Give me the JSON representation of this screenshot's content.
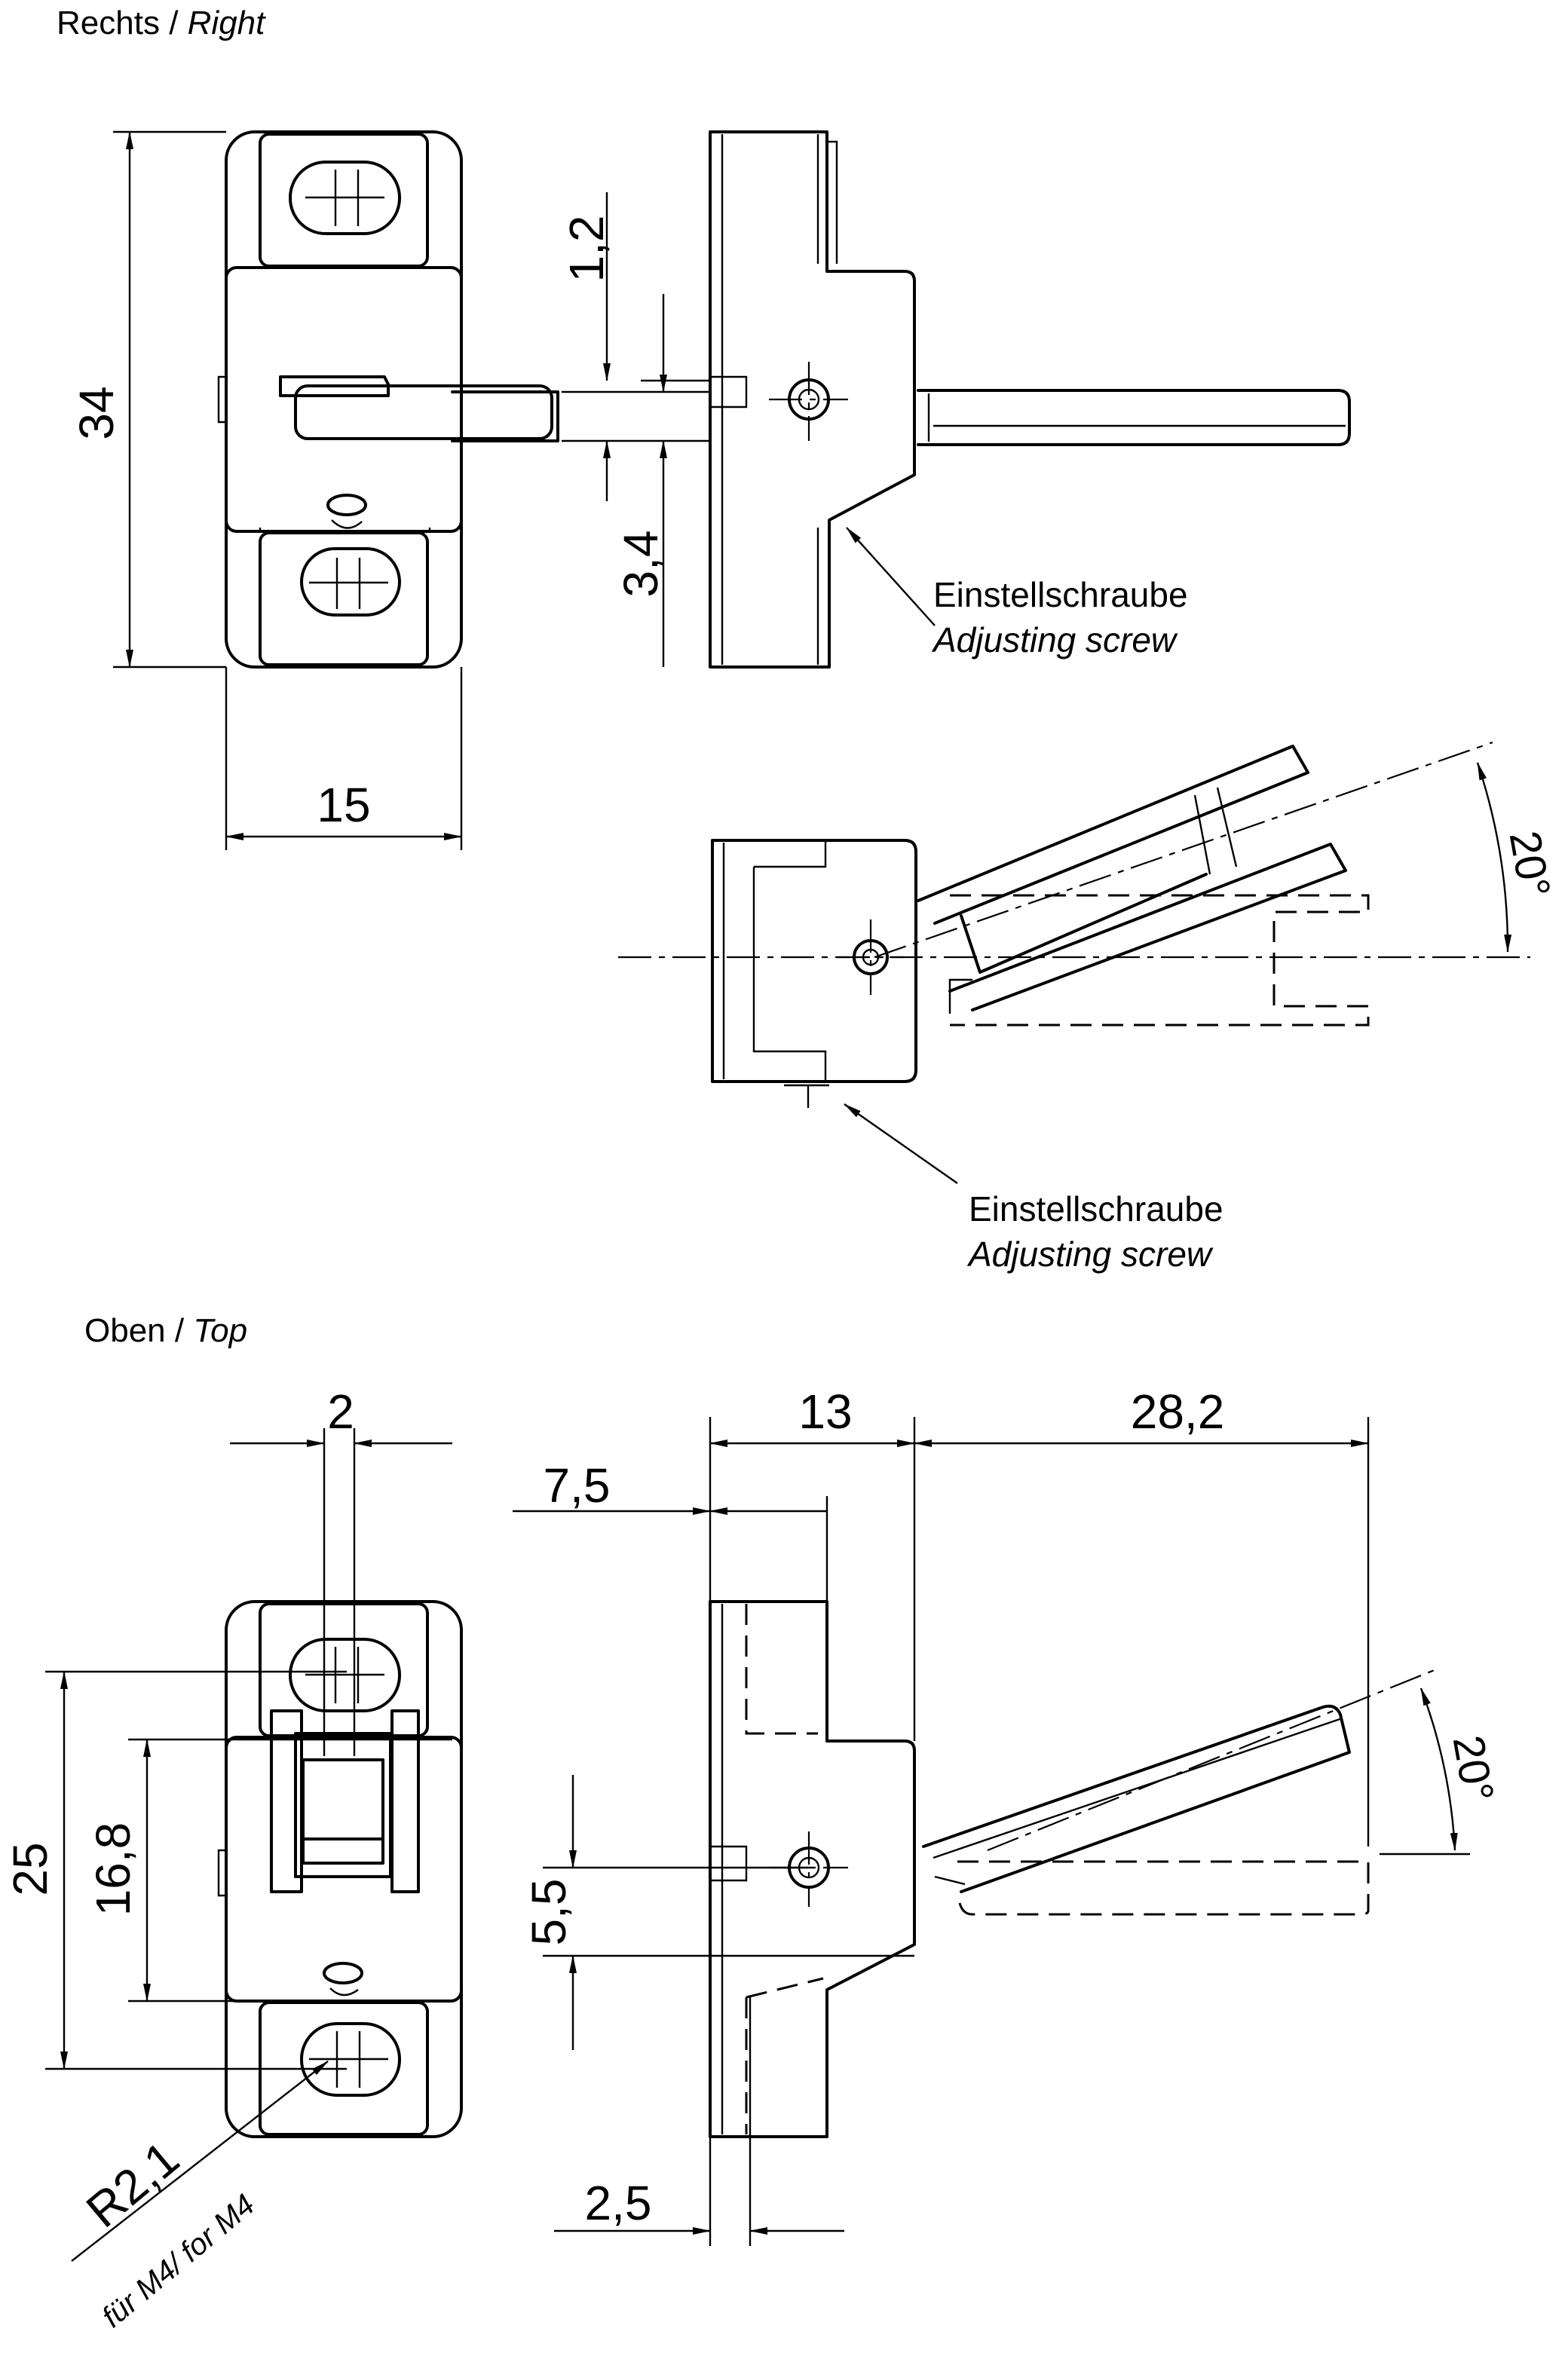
{
  "views": {
    "right": {
      "label_de": "Rechts",
      "sep": "/",
      "label_en": "Right"
    },
    "top": {
      "label_de": "Oben",
      "sep": "/",
      "label_en": "Top"
    }
  },
  "dimensions": {
    "height_34": "34",
    "width_15": "15",
    "slot_1_2": "1,2",
    "slot_3_4": "3,4",
    "angle_20_a": "20°",
    "width_2": "2",
    "depth_13": "13",
    "length_28_2": "28,2",
    "offset_7_5": "7,5",
    "hole_25": "25",
    "hole_16_8": "16,8",
    "offset_5_5": "5,5",
    "offset_2_5": "2,5",
    "angle_20_b": "20°",
    "radius_r2_1": "R2,1"
  },
  "callouts": {
    "screw_1": {
      "de": "Einstellschraube",
      "en": "Adjusting screw"
    },
    "screw_2": {
      "de": "Einstellschraube",
      "en": "Adjusting screw"
    },
    "mount_note": "für M4/ for M4"
  }
}
